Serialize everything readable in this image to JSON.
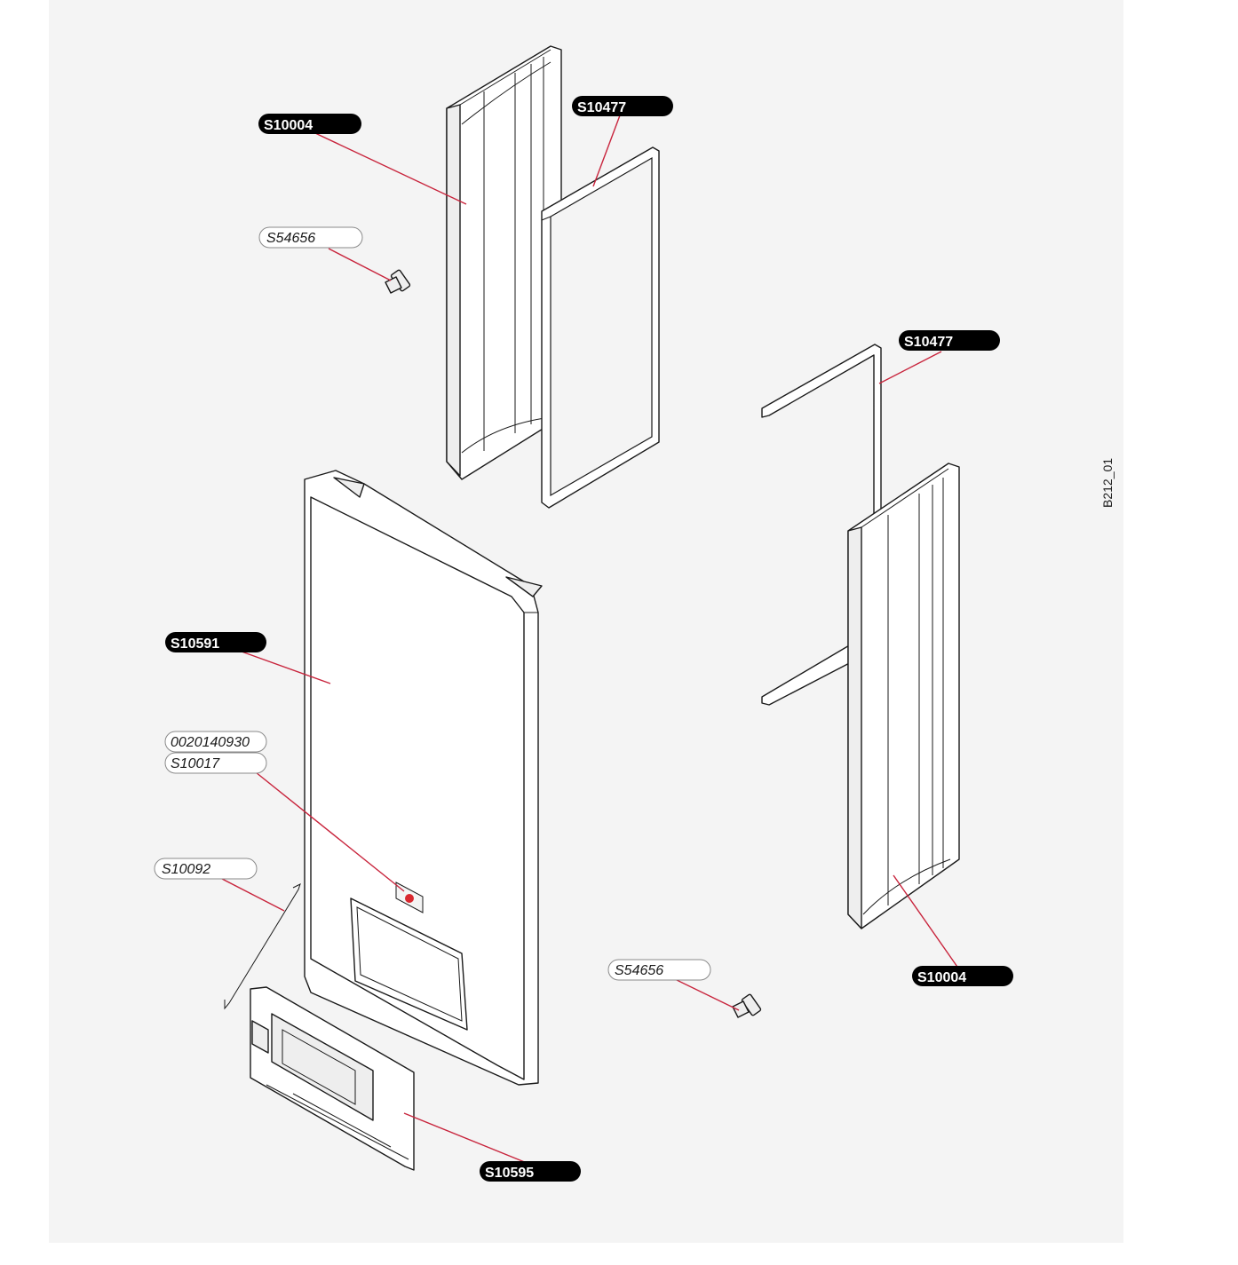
{
  "labels": {
    "top_panel": "S10004",
    "top_seal": "S10477",
    "top_screw": "S54656",
    "right_seal": "S10477",
    "front_panel": "S10591",
    "badge_code_1": "0020140930",
    "badge_code_2": "S10017",
    "clip": "S10092",
    "bottom_screw": "S54656",
    "right_panel": "S10004",
    "control_panel": "S10595"
  },
  "drawing_code": "B212_01",
  "colors": {
    "leader": "#c8243c",
    "dark_label": "#000000",
    "badge": "#d9282f"
  }
}
